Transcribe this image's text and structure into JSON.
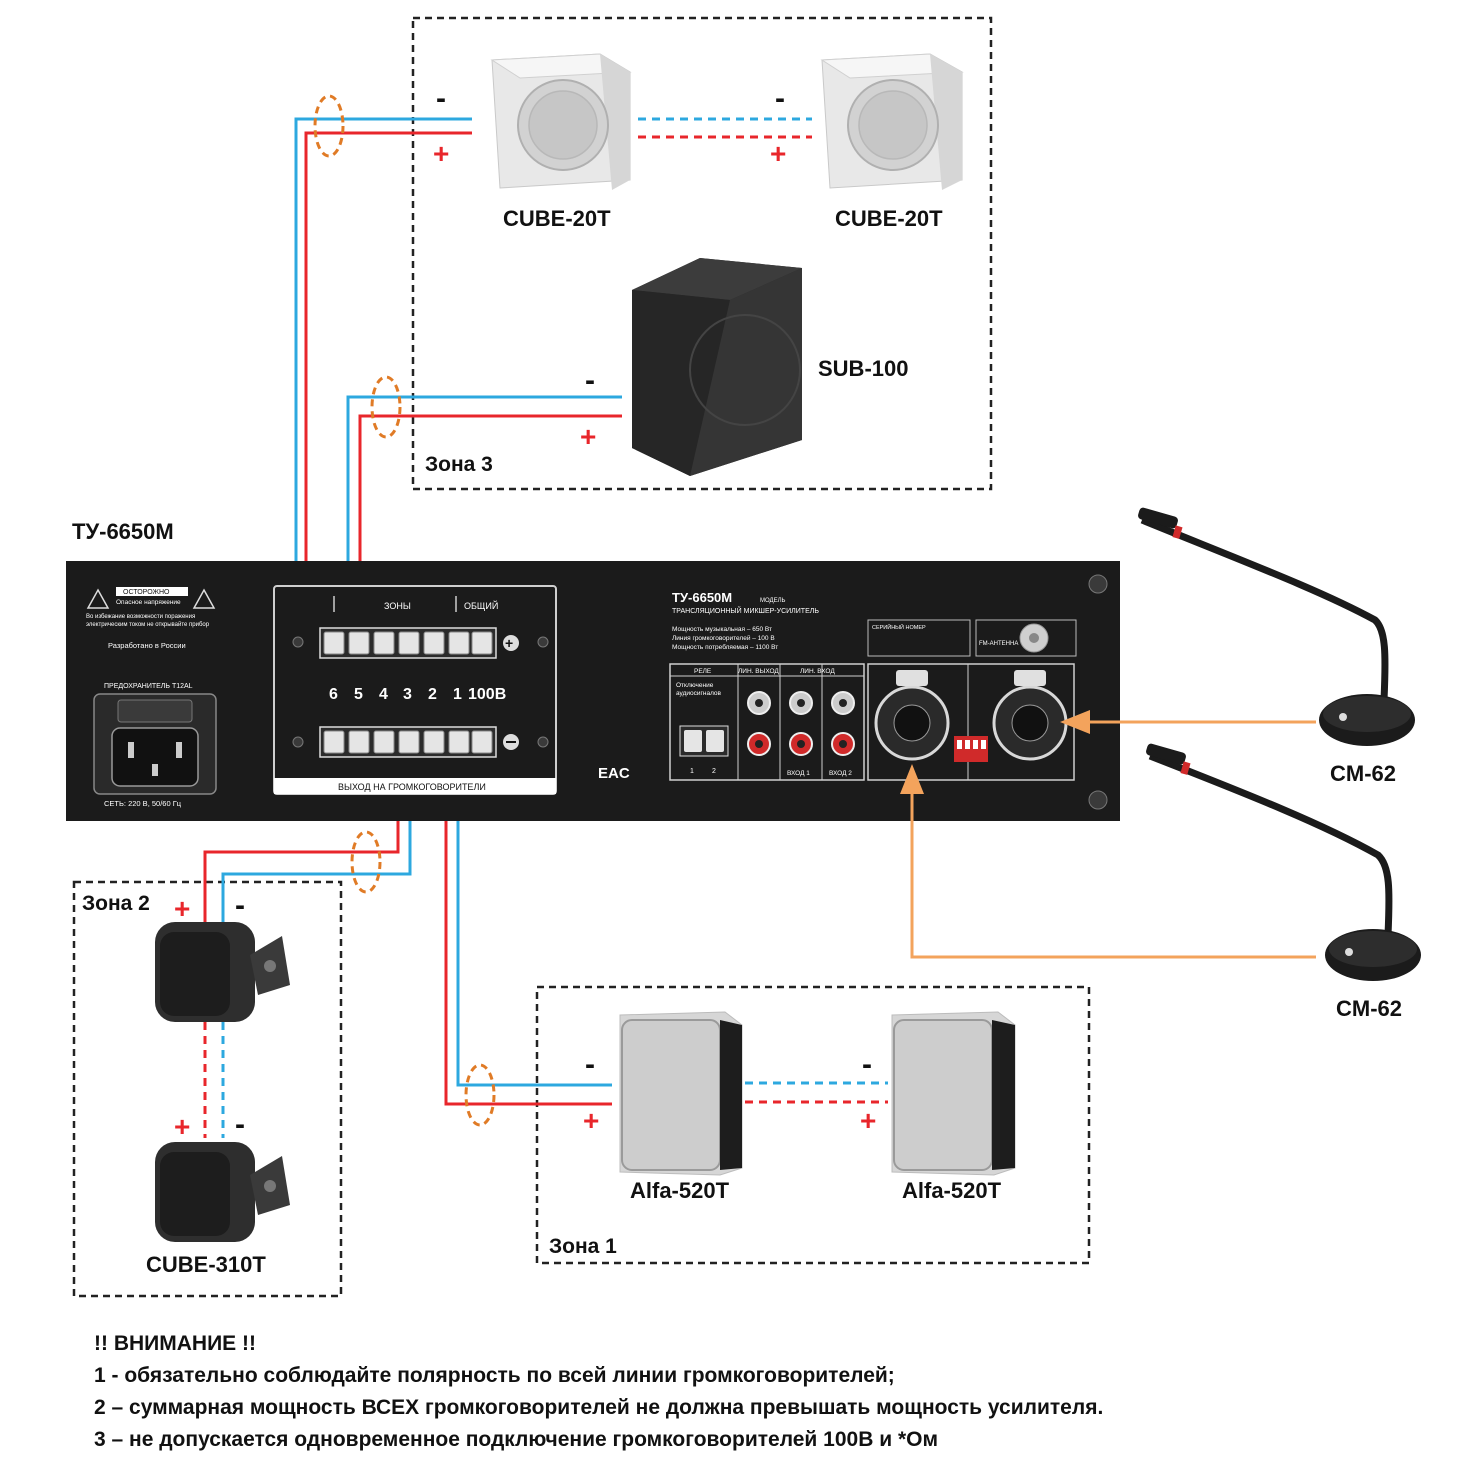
{
  "amplifier": {
    "title": "ТУ-6650М",
    "panel_model": "ТУ-6650М",
    "panel_model_suffix": "МОДЕЛЬ",
    "panel_subtitle": "ТРАНСЛЯЦИОННЫЙ МИКШЕР-УСИЛИТЕЛЬ",
    "specs": [
      "Мощность музыкальная – 650 Вт",
      "Линия громкоговорителей – 100 В",
      "Мощность потребляемая – 1100 Вт"
    ],
    "warning_title": "ОСТОРОЖНО",
    "warning_sub": "Опасное напряжение",
    "warning_text_1": "Во избежание возможности поражения",
    "warning_text_2": "электрическим током не открывайте прибор",
    "made_in": "Разработано в России",
    "fuse": "ПРЕДОХРАНИТЕЛЬ T12AL",
    "mains": "СЕТЬ: 220 В, 50/60 Гц",
    "zones_header": "ЗОНЫ",
    "common_header": "ОБЩИЙ",
    "terminal_numbers": [
      "6",
      "5",
      "4",
      "3",
      "2",
      "1",
      "100В"
    ],
    "output_label": "ВЫХОД НА ГРОМКОГОВОРИТЕЛИ",
    "serial_label": "СЕРИЙНЫЙ НОМЕР",
    "fm_label": "FM-АНТЕННА",
    "relay_label": "РЕЛЕ",
    "line_out_label": "ЛИН. ВЫХОД",
    "line_in_label": "ЛИН. ВХОД",
    "mute_label_1": "Отключение",
    "mute_label_2": "аудиосигналов",
    "input1_label": "ВХОД 1",
    "input2_label": "ВХОД 2",
    "relay_pins": [
      "1",
      "2"
    ],
    "eac": "EAC"
  },
  "zones": {
    "zone1": "Зона 1",
    "zone2": "Зона 2",
    "zone3": "Зона 3"
  },
  "devices": {
    "cube20_left": "CUBE-20T",
    "cube20_right": "CUBE-20T",
    "sub100": "SUB-100",
    "cube310": "CUBE-310T",
    "alfa_left": "Alfa-520T",
    "alfa_right": "Alfa-520T",
    "mic_top": "CM-62",
    "mic_bottom": "CM-62"
  },
  "polarity": {
    "minus": "-",
    "plus": "+"
  },
  "notes": {
    "title": "!! ВНИМАНИЕ !!",
    "line1": "1 - обязательно соблюдайте полярность по всей линии громкоговорителей;",
    "line2": "2 – суммарная мощность ВСЕХ громкоговорителей не должна превышать мощность усилителя.",
    "line3": "3 – не допускается одновременное подключение громкоговорителей 100В и *Ом"
  },
  "colors": {
    "plus_wire": "#e8262b",
    "minus_wire": "#2da8df",
    "mic_wire": "#f3a35c",
    "marker": "#e07b26",
    "panel": "#1b1b1b"
  }
}
